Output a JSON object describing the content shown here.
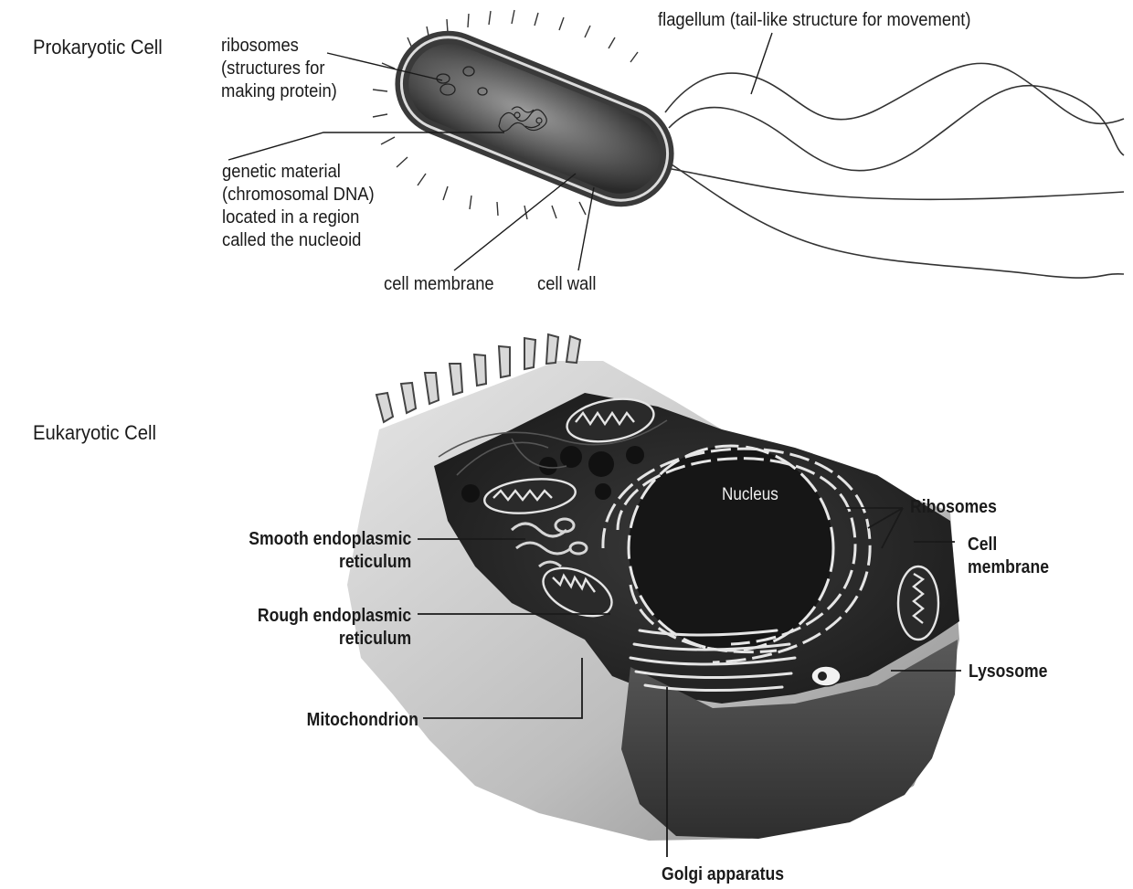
{
  "prokaryote": {
    "heading": "Prokaryotic Cell",
    "labels": {
      "ribosomes": [
        "ribosomes",
        "(structures for",
        "making protein)"
      ],
      "genetic_material": [
        "genetic material",
        "(chromosomal DNA)",
        "located in a region",
        "called the nucleoid"
      ],
      "cell_membrane": "cell membrane",
      "cell_wall": "cell wall",
      "flagellum": "flagellum (tail-like structure for movement)"
    }
  },
  "eukaryote": {
    "heading": "Eukaryotic Cell",
    "labels": {
      "nucleus": "Nucleus",
      "ribosomes": "Ribosomes",
      "cell_membrane": [
        "Cell",
        "membrane"
      ],
      "smooth_er": [
        "Smooth endoplasmic",
        "reticulum"
      ],
      "rough_er": [
        "Rough endoplasmic",
        "reticulum"
      ],
      "lysosome": "Lysosome",
      "mitochondrion": "Mitochondrion",
      "golgi": "Golgi apparatus"
    }
  },
  "colors": {
    "ink": "#1a1a1a",
    "cell_dark": "#2b2b2b",
    "cell_mid": "#6e6e6e",
    "cell_light": "#cfcfcf"
  }
}
